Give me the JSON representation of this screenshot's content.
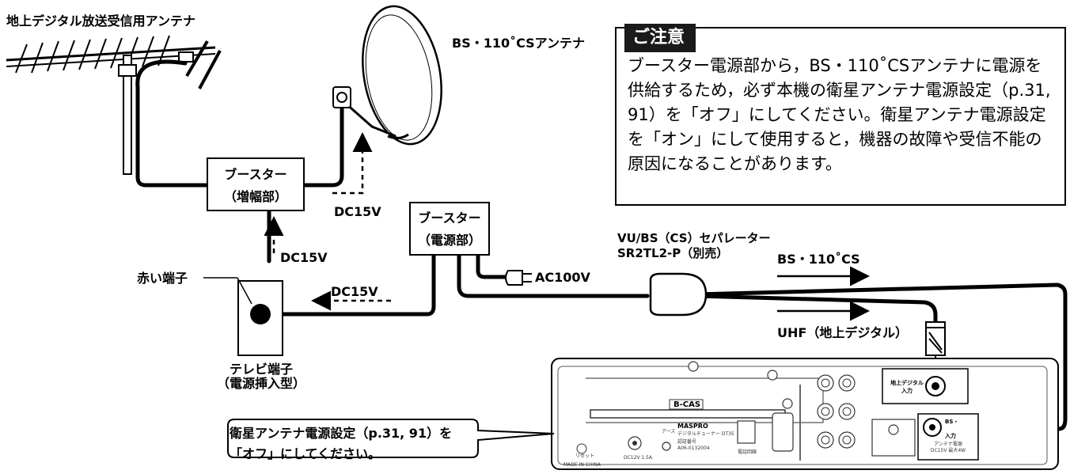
{
  "labels": {
    "terrestrial_antenna": "地上デジタル放送受信用アンテナ",
    "bs_antenna": "BS・110˚CSアンテナ",
    "booster_amp_l1": "ブースター",
    "booster_amp_l2": "（増幅部）",
    "booster_power_l1": "ブースター",
    "booster_power_l2": "（電源部）",
    "dc15v_1": "DC15V",
    "dc15v_2": "DC15V",
    "dc15v_3": "DC15V",
    "ac100v": "AC100V",
    "red_terminal": "赤い端子",
    "tv_terminal_l1": "テレビ端子",
    "tv_terminal_l2": "（電源挿入型）",
    "separator_l1": "VU/BS（CS）セパレーター",
    "separator_l2": "SR2TL2-P（別売）",
    "bs_signal": "BS・110˚CS",
    "uhf_signal": "UHF（地上デジタル）"
  },
  "notice": {
    "title": "ご注意",
    "body": "ブースター電源部から，BS・110˚CSアンテナに電源を供給するため，必ず本機の衛星アンテナ電源設定（p.31, 91）を「オフ」にしてください。衛星アンテナ電源設定を「オン」にして使用すると，機器の故障や受信不能の原因になることがあります。"
  },
  "callout": {
    "text": "衛星アンテナ電源設定（p.31, 91）を\n「オフ」にしてください。"
  },
  "device": {
    "bcas": "B-CAS",
    "brand": "MASPRO",
    "model_line": "デジタルチューナー DT35",
    "cert_line": "認証番号",
    "cert_no": "A06-0132004",
    "dc_in": "DC12V 1.5A",
    "made_in": "MADE IN CHINA",
    "reset": "リセット",
    "ground": "アース",
    "phone": "電話回線",
    "terrestrial_in_l1": "地上デジタル",
    "terrestrial_in_l2": "入力",
    "bs_in_l1": "BS・",
    "bs_in_l2": "入力",
    "bs_power_l1": "アンテナ電源",
    "bs_power_l2": "DC15V 最大4W"
  }
}
